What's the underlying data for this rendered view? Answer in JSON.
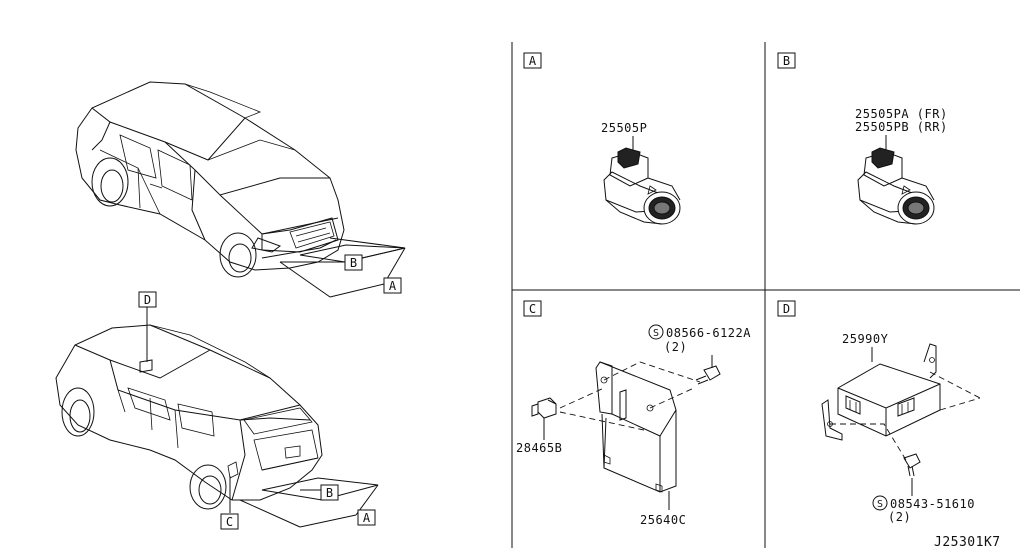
{
  "diagram_id": "J25301K7",
  "callouts": {
    "top_car_b": "B",
    "top_car_a": "A",
    "bottom_car_d": "D",
    "bottom_car_c": "C",
    "bottom_car_b": "B",
    "bottom_car_a": "A"
  },
  "panels": {
    "a": {
      "letter": "A",
      "parts": [
        "25505P"
      ]
    },
    "b": {
      "letter": "B",
      "parts": [
        "25505PA (FR)",
        "25505PB (RR)"
      ]
    },
    "c": {
      "letter": "C",
      "bolt_part": "08566-6122A",
      "bolt_qty": "(2)",
      "clip_part": "28465B",
      "bracket_part": "25640C"
    },
    "d": {
      "letter": "D",
      "unit_part": "25990Y",
      "bolt_part": "08543-51610",
      "bolt_qty": "(2)"
    }
  },
  "icons": [
    "screw-symbol-icon"
  ]
}
